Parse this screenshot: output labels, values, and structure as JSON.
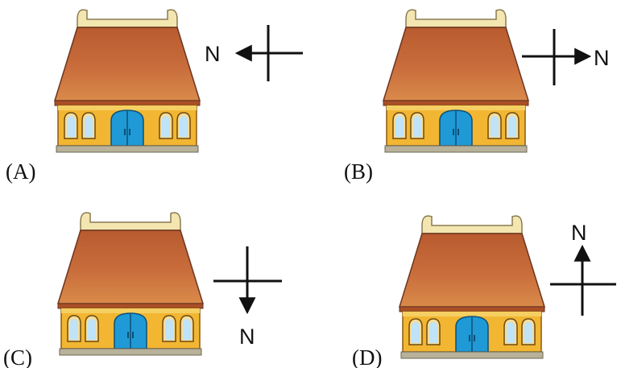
{
  "options": [
    {
      "label": "(A)",
      "compass_direction": "left",
      "compass_letter": "N"
    },
    {
      "label": "(B)",
      "compass_direction": "right",
      "compass_letter": "N"
    },
    {
      "label": "(C)",
      "compass_direction": "down",
      "compass_letter": "N"
    },
    {
      "label": "(D)",
      "compass_direction": "up",
      "compass_letter": "N"
    }
  ],
  "colors": {
    "roof": "#c8693a",
    "roof_top": "#f3e6b0",
    "wall": "#f2b632",
    "window": "#bfe3f8",
    "door": "#1f9ad6",
    "base": "#b9b29a"
  }
}
